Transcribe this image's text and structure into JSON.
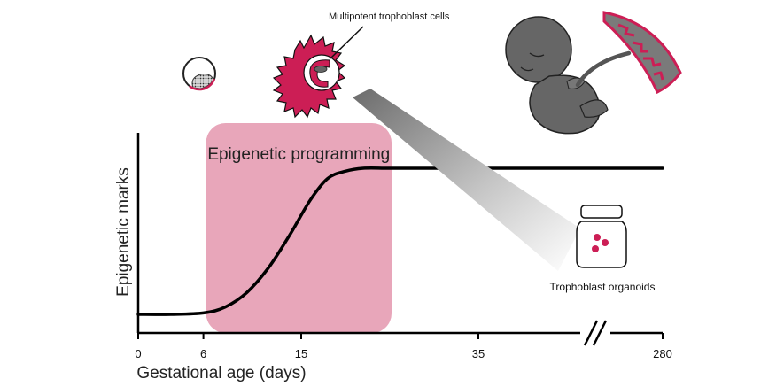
{
  "labels": {
    "trophoblast_cells": "Multipotent trophoblast cells",
    "programming_window": "Epigenetic programming",
    "organoids": "Trophoblast organoids"
  },
  "chart_data": {
    "type": "line",
    "xlabel": "Gestational age (days)",
    "ylabel": "Epigenetic marks",
    "x_ticks": [
      "0",
      "6",
      "15",
      "35",
      "280"
    ],
    "axis_break_between": [
      "35",
      "280"
    ],
    "highlight_window_days": [
      6,
      25
    ],
    "series": [
      {
        "x": [
          0,
          3,
          6,
          8,
          10,
          12,
          14,
          16,
          18,
          20,
          22,
          25,
          30,
          35,
          280
        ],
        "y": [
          0.0,
          0.0,
          0.01,
          0.05,
          0.15,
          0.32,
          0.55,
          0.78,
          0.93,
          0.98,
          1.0,
          1.0,
          1.0,
          1.0,
          1.0
        ]
      }
    ]
  },
  "colors": {
    "highlight": "#e8a6ba",
    "magenta": "#cc1e55",
    "embryo_gray": "#666666",
    "line": "#000000"
  },
  "icons": [
    "blastocyst-icon",
    "trophoblast-cluster-icon",
    "fetus-icon",
    "placenta-icon",
    "organoid-jar-icon"
  ]
}
